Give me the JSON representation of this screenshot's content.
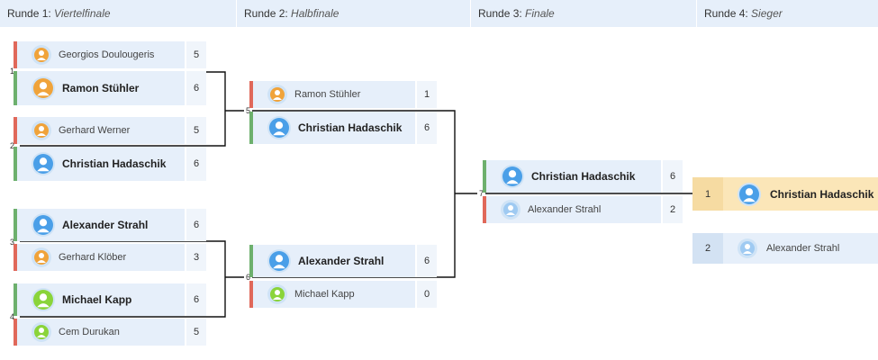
{
  "rounds": [
    {
      "prefix": "Runde 1:",
      "name": "Viertelfinale"
    },
    {
      "prefix": "Runde 2:",
      "name": "Halbfinale"
    },
    {
      "prefix": "Runde 3:",
      "name": "Finale"
    },
    {
      "prefix": "Runde 4:",
      "name": "Sieger"
    }
  ],
  "matches": {
    "m1": {
      "number": "1",
      "p1": {
        "name": "Georgios Doulougeris",
        "score": "5",
        "avatar": "orange-user-icon"
      },
      "p2": {
        "name": "Ramon Stühler",
        "score": "6",
        "avatar": "orange-user-icon"
      }
    },
    "m2": {
      "number": "2",
      "p1": {
        "name": "Gerhard Werner",
        "score": "5",
        "avatar": "orange-user-icon"
      },
      "p2": {
        "name": "Christian Hadaschik",
        "score": "6",
        "avatar": "blue-user-icon"
      }
    },
    "m3": {
      "number": "3",
      "p1": {
        "name": "Alexander Strahl",
        "score": "6",
        "avatar": "blue-user-icon"
      },
      "p2": {
        "name": "Gerhard Klöber",
        "score": "3",
        "avatar": "orange-user-icon"
      }
    },
    "m4": {
      "number": "4",
      "p1": {
        "name": "Michael Kapp",
        "score": "6",
        "avatar": "green-user-icon"
      },
      "p2": {
        "name": "Cem Durukan",
        "score": "5",
        "avatar": "green-user-icon"
      }
    },
    "m5": {
      "number": "5",
      "p1": {
        "name": "Ramon Stühler",
        "score": "1",
        "avatar": "orange-user-icon"
      },
      "p2": {
        "name": "Christian Hadaschik",
        "score": "6",
        "avatar": "blue-user-icon"
      }
    },
    "m6": {
      "number": "6",
      "p1": {
        "name": "Alexander Strahl",
        "score": "6",
        "avatar": "blue-user-icon"
      },
      "p2": {
        "name": "Michael Kapp",
        "score": "0",
        "avatar": "green-user-icon"
      }
    },
    "m7": {
      "number": "7",
      "p1": {
        "name": "Christian Hadaschik",
        "score": "6",
        "avatar": "blue-user-icon"
      },
      "p2": {
        "name": "Alexander Strahl",
        "score": "2",
        "avatar": "blue-user-icon"
      }
    }
  },
  "standings": [
    {
      "rank": "1",
      "name": "Christian Hadaschik",
      "avatar": "blue-user-icon"
    },
    {
      "rank": "2",
      "name": "Alexander Strahl",
      "avatar": "blue-user-icon"
    }
  ],
  "colors": {
    "win": "#6db06d",
    "lose": "#e0685a",
    "orange_avatar": "#f0a33a",
    "blue_avatar": "#4a9fe8",
    "green_avatar": "#8ad43a",
    "gold": "#fbe6b8"
  }
}
